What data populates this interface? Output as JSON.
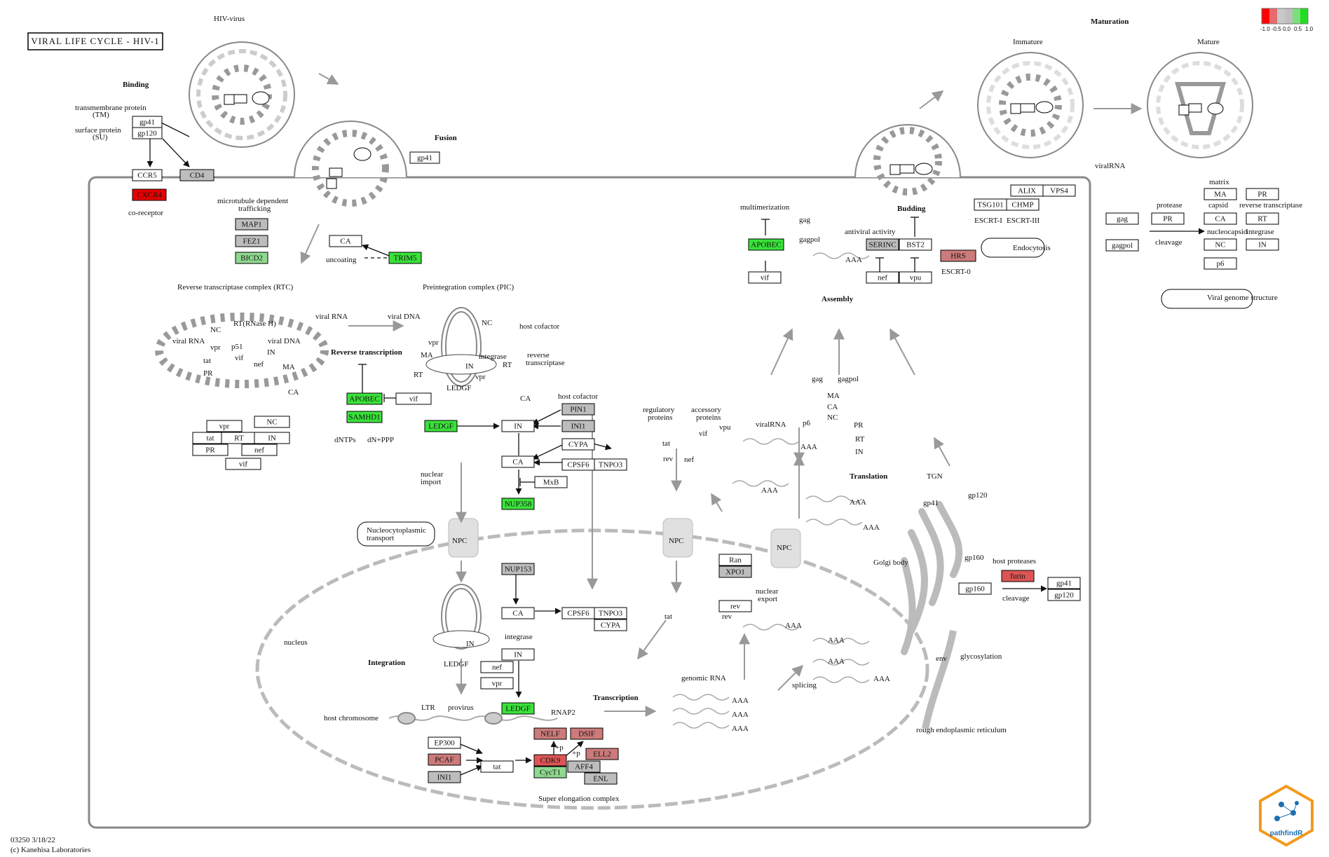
{
  "title": "VIRAL LIFE CYCLE - HIV-1",
  "footer": {
    "code": "03250 3/18/22",
    "copyright": "(c) Kanehisa Laboratories"
  },
  "legend": {
    "ticks": [
      "-1.0",
      "-0.5",
      "0.0",
      "0.5",
      "1.0"
    ],
    "colors": [
      "#ff0000",
      "#e86b6b",
      "#c8c8c8",
      "#bfbfbf",
      "#7be07b",
      "#22dd22"
    ]
  },
  "logo": {
    "text": "pathfindR"
  },
  "colors": {
    "up_strong": "#3ae23a",
    "up_weak": "#8fd88f",
    "down_strong": "#e60000",
    "down_weak": "#cc7a7a",
    "down_mid": "#dd5555",
    "nodata": "#bdbdbd",
    "none": "#ffffff"
  },
  "labels": [
    {
      "id": "hiv-virus",
      "t": "HIV-virus"
    },
    {
      "id": "binding",
      "t": "Binding",
      "b": true
    },
    {
      "id": "tm1",
      "t": "transmembrane protein"
    },
    {
      "id": "tm2",
      "t": "(TM)"
    },
    {
      "id": "su1",
      "t": "surface protein"
    },
    {
      "id": "su2",
      "t": "(SU)"
    },
    {
      "id": "coreceptor",
      "t": "co-receptor"
    },
    {
      "id": "mt1",
      "t": "microtubule dependent"
    },
    {
      "id": "mt2",
      "t": "trafficking"
    },
    {
      "id": "fusion",
      "t": "Fusion",
      "b": true
    },
    {
      "id": "uncoating",
      "t": "uncoating"
    },
    {
      "id": "rtc",
      "t": "Reverse transcriptase complex (RTC)"
    },
    {
      "id": "pic",
      "t": "Preintegration complex (PIC)"
    },
    {
      "id": "viralrna1",
      "t": "viral RNA"
    },
    {
      "id": "viralrna2",
      "t": "viral RNA"
    },
    {
      "id": "viraldna1",
      "t": "viral DNA"
    },
    {
      "id": "viraldna2",
      "t": "viral DNA"
    },
    {
      "id": "nc1",
      "t": "NC"
    },
    {
      "id": "rtrnase",
      "t": "RT(RNase H)"
    },
    {
      "id": "ma1",
      "t": "MA"
    },
    {
      "id": "ca1",
      "t": "CA"
    },
    {
      "id": "revtrans",
      "t": "Reverse transcription",
      "b": true
    },
    {
      "id": "nc2",
      "t": "NC"
    },
    {
      "id": "hostcof1",
      "t": "host cofactor"
    },
    {
      "id": "ma2",
      "t": "MA"
    },
    {
      "id": "integrase1",
      "t": "integrase"
    },
    {
      "id": "revtr1",
      "t": "reverse"
    },
    {
      "id": "revtr2",
      "t": "transcriptase"
    },
    {
      "id": "ca2",
      "t": "CA"
    },
    {
      "id": "ledgf1",
      "t": "LEDGF"
    },
    {
      "id": "dntps",
      "t": "dNTPs"
    },
    {
      "id": "dnppp",
      "t": "dN+PPP"
    },
    {
      "id": "hostcof2",
      "t": "host cofactor"
    },
    {
      "id": "nucimp1",
      "t": "nuclear"
    },
    {
      "id": "nucimp2",
      "t": "import"
    },
    {
      "id": "nucleocyto1",
      "t": "Nucleocytoplasmic"
    },
    {
      "id": "nucleocyto2",
      "t": "transport"
    },
    {
      "id": "npc1",
      "t": "NPC"
    },
    {
      "id": "npc2",
      "t": "NPC"
    },
    {
      "id": "npc3",
      "t": "NPC"
    },
    {
      "id": "nucleus",
      "t": "nucleus"
    },
    {
      "id": "integrase2",
      "t": "integrase"
    },
    {
      "id": "integration",
      "t": "Integration",
      "b": true
    },
    {
      "id": "ledgf2",
      "t": "LEDGF"
    },
    {
      "id": "ltr",
      "t": "LTR"
    },
    {
      "id": "provirus",
      "t": "provirus"
    },
    {
      "id": "hostchrom",
      "t": "host chromosome"
    },
    {
      "id": "rnap2",
      "t": "RNAP2"
    },
    {
      "id": "p1",
      "t": "+p"
    },
    {
      "id": "p2",
      "t": "+p"
    },
    {
      "id": "transcription",
      "t": "Transcription",
      "b": true
    },
    {
      "id": "superelong",
      "t": "Super elongation complex"
    },
    {
      "id": "genomicrna",
      "t": "genomic RNA"
    },
    {
      "id": "aaa1",
      "t": "AAA"
    },
    {
      "id": "aaa2",
      "t": "AAA"
    },
    {
      "id": "aaa3",
      "t": "AAA"
    },
    {
      "id": "splicing",
      "t": "splicing"
    },
    {
      "id": "aaa4",
      "t": "AAA"
    },
    {
      "id": "aaa5",
      "t": "AAA"
    },
    {
      "id": "aaa6",
      "t": "AAA"
    },
    {
      "id": "aaa7",
      "t": "AAA"
    },
    {
      "id": "regprot1",
      "t": "regulatory"
    },
    {
      "id": "regprot2",
      "t": "proteins"
    },
    {
      "id": "accprot1",
      "t": "accessory"
    },
    {
      "id": "accprot2",
      "t": "proteins"
    },
    {
      "id": "viralrna3",
      "t": "viralRNA"
    },
    {
      "id": "aaa8",
      "t": "AAA"
    },
    {
      "id": "aaa9",
      "t": "AAA"
    },
    {
      "id": "aaa10",
      "t": "AAA"
    },
    {
      "id": "aaa11",
      "t": "AAA"
    },
    {
      "id": "nucexp1",
      "t": "nuclear"
    },
    {
      "id": "nucexp2",
      "t": "export"
    },
    {
      "id": "translation",
      "t": "Translation",
      "b": true
    },
    {
      "id": "gag1",
      "t": "gag"
    },
    {
      "id": "gagpol1",
      "t": "gagpol"
    },
    {
      "id": "ma3",
      "t": "MA"
    },
    {
      "id": "ca3",
      "t": "CA"
    },
    {
      "id": "nc3",
      "t": "NC"
    },
    {
      "id": "p6a",
      "t": "p6"
    },
    {
      "id": "pr1",
      "t": "PR"
    },
    {
      "id": "rt1",
      "t": "RT"
    },
    {
      "id": "in1",
      "t": "IN"
    },
    {
      "id": "multimer",
      "t": "multimerization"
    },
    {
      "id": "gag2",
      "t": "gag"
    },
    {
      "id": "gagpol2",
      "t": "gagpol"
    },
    {
      "id": "aaa12",
      "t": "AAA"
    },
    {
      "id": "assembly",
      "t": "Assembly",
      "b": true
    },
    {
      "id": "budding",
      "t": "Budding",
      "b": true
    },
    {
      "id": "antiviral",
      "t": "antiviral activity"
    },
    {
      "id": "escrt0",
      "t": "ESCRT-0"
    },
    {
      "id": "escrt1",
      "t": "ESCRT-I"
    },
    {
      "id": "escrt3",
      "t": "ESCRT-III"
    },
    {
      "id": "maturation",
      "t": "Maturation",
      "b": true
    },
    {
      "id": "immature",
      "t": "Immature"
    },
    {
      "id": "mature",
      "t": "Mature"
    },
    {
      "id": "viralrna4",
      "t": "viralRNA"
    },
    {
      "id": "matrix",
      "t": "matrix"
    },
    {
      "id": "protease",
      "t": "protease"
    },
    {
      "id": "capsid",
      "t": "capsid"
    },
    {
      "id": "revtransc2",
      "t": "reverse transcriptase"
    },
    {
      "id": "cleavage1",
      "t": "cleavage"
    },
    {
      "id": "nucleocapsid",
      "t": "nucleocapsid"
    },
    {
      "id": "integrase3",
      "t": "integrase"
    },
    {
      "id": "tgn",
      "t": "TGN"
    },
    {
      "id": "gp41l",
      "t": "gp41"
    },
    {
      "id": "gp120l",
      "t": "gp120"
    },
    {
      "id": "golgi",
      "t": "Golgi body"
    },
    {
      "id": "gp160l",
      "t": "gp160"
    },
    {
      "id": "hostprot",
      "t": "host  proteases"
    },
    {
      "id": "cleavage2",
      "t": "cleavage"
    },
    {
      "id": "env",
      "t": "env"
    },
    {
      "id": "glyco",
      "t": "glycosylation"
    },
    {
      "id": "rer",
      "t": "rough endoplasmic reticulum"
    },
    {
      "id": "endocytosis",
      "t": "Endocytosis"
    },
    {
      "id": "genomestruct",
      "t": "Viral genome structure"
    },
    {
      "id": "tat1",
      "t": "tat"
    },
    {
      "id": "pr2",
      "t": "PR"
    },
    {
      "id": "vpr1",
      "t": "vpr"
    },
    {
      "id": "p51",
      "t": "p51"
    },
    {
      "id": "vif1",
      "t": "vif"
    },
    {
      "id": "nef1",
      "t": "nef"
    },
    {
      "id": "in2",
      "t": "IN"
    },
    {
      "id": "vpr2",
      "t": "vpr"
    },
    {
      "id": "rt2",
      "t": "RT"
    },
    {
      "id": "in3",
      "t": "IN"
    },
    {
      "id": "rt3",
      "t": "RT"
    },
    {
      "id": "vpr3",
      "t": "vpr"
    },
    {
      "id": "in4",
      "t": "IN"
    },
    {
      "id": "tat2",
      "t": "tat"
    },
    {
      "id": "rev1",
      "t": "rev"
    },
    {
      "id": "nef2",
      "t": "nef"
    },
    {
      "id": "vif2",
      "t": "vif"
    },
    {
      "id": "vpu1",
      "t": "vpu"
    },
    {
      "id": "tat3",
      "t": "tat"
    },
    {
      "id": "rev2",
      "t": "rev"
    }
  ],
  "genes": [
    {
      "id": "gp41a",
      "t": "gp41",
      "c": "none"
    },
    {
      "id": "gp120a",
      "t": "gp120",
      "c": "none"
    },
    {
      "id": "ccr5",
      "t": "CCR5",
      "c": "none"
    },
    {
      "id": "cd4",
      "t": "CD4",
      "c": "nodata"
    },
    {
      "id": "cxcr4",
      "t": "CXCR4",
      "c": "down_strong"
    },
    {
      "id": "map1",
      "t": "MAP1",
      "c": "nodata"
    },
    {
      "id": "fez1",
      "t": "FEZ1",
      "c": "nodata"
    },
    {
      "id": "bicd2",
      "t": "BICD2",
      "c": "up_weak"
    },
    {
      "id": "gp41b",
      "t": "gp41",
      "c": "none"
    },
    {
      "id": "ca_unc",
      "t": "CA",
      "c": "none"
    },
    {
      "id": "trim5",
      "t": "TRIM5",
      "c": "up_strong"
    },
    {
      "id": "vpr_g",
      "t": "vpr",
      "c": "none"
    },
    {
      "id": "nc_g",
      "t": "NC",
      "c": "none"
    },
    {
      "id": "tat_g",
      "t": "tat",
      "c": "none"
    },
    {
      "id": "rt_g",
      "t": "RT",
      "c": "none"
    },
    {
      "id": "in_g",
      "t": "IN",
      "c": "none"
    },
    {
      "id": "pr_g",
      "t": "PR",
      "c": "none"
    },
    {
      "id": "nef_g",
      "t": "nef",
      "c": "none"
    },
    {
      "id": "vif_g",
      "t": "vif",
      "c": "none"
    },
    {
      "id": "apobec1",
      "t": "APOBEC",
      "c": "up_strong"
    },
    {
      "id": "vif_rt",
      "t": "vif",
      "c": "none"
    },
    {
      "id": "samhd1",
      "t": "SAMHD1",
      "c": "up_strong"
    },
    {
      "id": "pin1",
      "t": "PIN1",
      "c": "nodata"
    },
    {
      "id": "ini1a",
      "t": "INI1",
      "c": "nodata"
    },
    {
      "id": "ledgf_a",
      "t": "LEDGF",
      "c": "up_strong"
    },
    {
      "id": "in_a",
      "t": "IN",
      "c": "none"
    },
    {
      "id": "cypa_a",
      "t": "CYPA",
      "c": "none"
    },
    {
      "id": "ca_a",
      "t": "CA",
      "c": "none"
    },
    {
      "id": "cpsf6_a",
      "t": "CPSF6",
      "c": "none"
    },
    {
      "id": "tnpo3_a",
      "t": "TNPO3",
      "c": "none"
    },
    {
      "id": "mxb",
      "t": "MxB",
      "c": "none"
    },
    {
      "id": "nup358",
      "t": "NUP358",
      "c": "up_strong"
    },
    {
      "id": "nup153",
      "t": "NUP153",
      "c": "nodata"
    },
    {
      "id": "ca_b",
      "t": "CA",
      "c": "none"
    },
    {
      "id": "cpsf6_b",
      "t": "CPSF6",
      "c": "none"
    },
    {
      "id": "tnpo3_b",
      "t": "TNPO3",
      "c": "none"
    },
    {
      "id": "cypa_b",
      "t": "CYPA",
      "c": "none"
    },
    {
      "id": "in_b",
      "t": "IN",
      "c": "none"
    },
    {
      "id": "nef_b",
      "t": "nef",
      "c": "none"
    },
    {
      "id": "vpr_b",
      "t": "vpr",
      "c": "none"
    },
    {
      "id": "ledgf_b",
      "t": "LEDGF",
      "c": "up_strong"
    },
    {
      "id": "ep300",
      "t": "EP300",
      "c": "none"
    },
    {
      "id": "pcaf",
      "t": "PCAF",
      "c": "down_weak"
    },
    {
      "id": "ini1b",
      "t": "INI1",
      "c": "nodata"
    },
    {
      "id": "tat_t",
      "t": "tat",
      "c": "none"
    },
    {
      "id": "nelf",
      "t": "NELF",
      "c": "down_weak"
    },
    {
      "id": "dsif",
      "t": "DSIF",
      "c": "down_weak"
    },
    {
      "id": "cdk9",
      "t": "CDK9",
      "c": "down_mid"
    },
    {
      "id": "ell2",
      "t": "ELL2",
      "c": "down_weak"
    },
    {
      "id": "aff4",
      "t": "AFF4",
      "c": "nodata"
    },
    {
      "id": "cyct1",
      "t": "CycT1",
      "c": "up_weak"
    },
    {
      "id": "enl",
      "t": "ENL",
      "c": "nodata"
    },
    {
      "id": "ran",
      "t": "Ran",
      "c": "none"
    },
    {
      "id": "xpo1",
      "t": "XPO1",
      "c": "nodata"
    },
    {
      "id": "rev_g",
      "t": "rev",
      "c": "none"
    },
    {
      "id": "apobec2",
      "t": "APOBEC",
      "c": "up_strong"
    },
    {
      "id": "vif_as",
      "t": "vif",
      "c": "none"
    },
    {
      "id": "serinc",
      "t": "SERINC",
      "c": "nodata"
    },
    {
      "id": "bst2",
      "t": "BST2",
      "c": "none"
    },
    {
      "id": "nef_as",
      "t": "nef",
      "c": "none"
    },
    {
      "id": "vpu_as",
      "t": "vpu",
      "c": "none"
    },
    {
      "id": "hrs",
      "t": "HRS",
      "c": "down_weak"
    },
    {
      "id": "alix",
      "t": "ALIX",
      "c": "none"
    },
    {
      "id": "vps4",
      "t": "VPS4",
      "c": "none"
    },
    {
      "id": "tsg101",
      "t": "TSG101",
      "c": "none"
    },
    {
      "id": "chmp",
      "t": "CHMP",
      "c": "none"
    },
    {
      "id": "gag_m",
      "t": "gag",
      "c": "none"
    },
    {
      "id": "gagpol_m",
      "t": "gagpol",
      "c": "none"
    },
    {
      "id": "pr_m",
      "t": "PR",
      "c": "none"
    },
    {
      "id": "ma_m",
      "t": "MA",
      "c": "none"
    },
    {
      "id": "pr_m2",
      "t": "PR",
      "c": "none"
    },
    {
      "id": "ca_m",
      "t": "CA",
      "c": "none"
    },
    {
      "id": "rt_m",
      "t": "RT",
      "c": "none"
    },
    {
      "id": "nc_m",
      "t": "NC",
      "c": "none"
    },
    {
      "id": "in_m",
      "t": "IN",
      "c": "none"
    },
    {
      "id": "p6_m",
      "t": "p6",
      "c": "none"
    },
    {
      "id": "gp160g",
      "t": "gp160",
      "c": "none"
    },
    {
      "id": "furin",
      "t": "furin",
      "c": "down_mid"
    },
    {
      "id": "gp41c",
      "t": "gp41",
      "c": "none"
    },
    {
      "id": "gp120c",
      "t": "gp120",
      "c": "none"
    }
  ]
}
